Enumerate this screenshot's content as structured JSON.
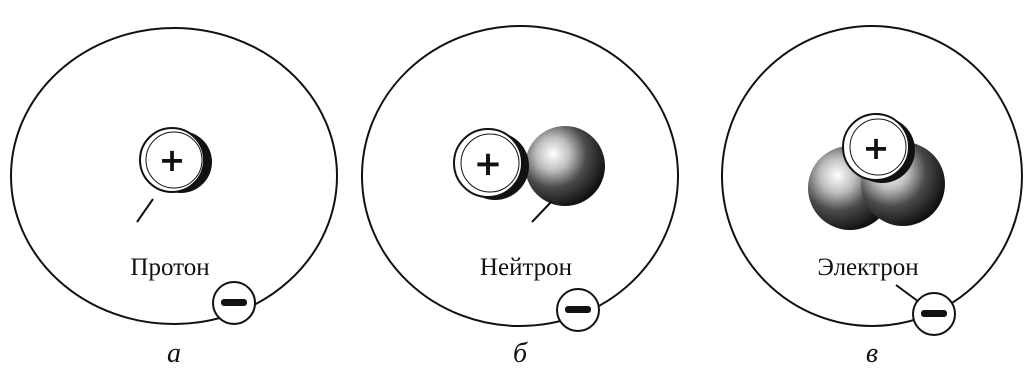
{
  "colors": {
    "ink": "#111111",
    "paper": "#ffffff",
    "neutron_shade": "#1a1a1a"
  },
  "panels": [
    {
      "id": "a",
      "caption": "а",
      "label": "Протон",
      "nucleus": [
        "proton"
      ],
      "electron_sign": "−",
      "proton_sign": "+"
    },
    {
      "id": "b",
      "caption": "б",
      "label": "Нейтрон",
      "nucleus": [
        "proton",
        "neutron"
      ],
      "electron_sign": "−",
      "proton_sign": "+"
    },
    {
      "id": "c",
      "caption": "в",
      "label": "Электрон",
      "nucleus": [
        "proton",
        "neutron",
        "neutron"
      ],
      "electron_sign": "−",
      "proton_sign": "+"
    }
  ],
  "icons": {
    "proton": "plus-sign-sphere",
    "neutron": "shaded-sphere",
    "electron": "minus-sign-circle"
  }
}
